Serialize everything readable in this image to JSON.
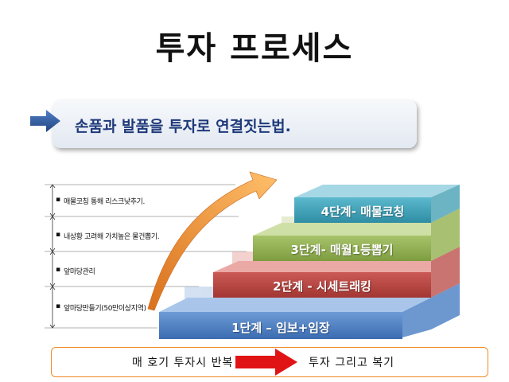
{
  "title": "투자 프로세스",
  "subtitle": "손품과 발품을 투자로 연결짓는법.",
  "bullets": [
    "매물코칭 통해 리스크낮추기.",
    "내상황 고려해 가치높은 물건뽑기.",
    "앞마당관리",
    "앞마당만들기(50만이상지역)"
  ],
  "steps": [
    {
      "label": "1단계 – 임보+임장",
      "color": "#4a7fc1"
    },
    {
      "label": "2단계 - 시세트래킹",
      "color": "#b6413d"
    },
    {
      "label": "3단계- 매월1등뽑기",
      "color": "#8fad4f"
    },
    {
      "label": "4단계- 매물코칭",
      "color": "#3fa2b8"
    }
  ],
  "bottom": {
    "left": "매 호기 투자시 반복",
    "right": "투자 그리고 복기"
  },
  "icons": {
    "subtitle_arrow": "blue-right-arrow-icon",
    "curve_arrow": "orange-curved-arrow-icon",
    "bottom_arrow": "red-right-arrow-icon"
  },
  "colors": {
    "title": "#111111",
    "subtitle_text": "#1f3a7a",
    "bottom_border": "#f08a24",
    "bottom_arrow": "#e01414"
  }
}
